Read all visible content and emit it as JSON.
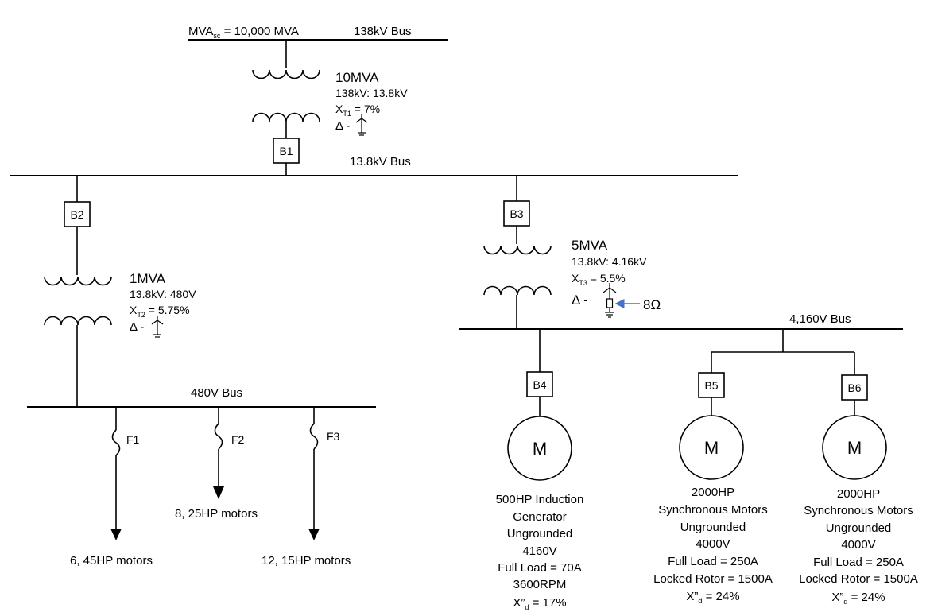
{
  "source": {
    "mva_sc_prefix": "MVA",
    "mva_sc_sub": "sc",
    "mva_sc_value": " = 10,000 MVA"
  },
  "buses": {
    "b138": "138kV Bus",
    "b13_8": "13.8kV Bus",
    "b480": "480V Bus",
    "b4160": "4,160V Bus"
  },
  "transformers": {
    "t1": {
      "rating": "10MVA",
      "voltage": "138kV: 13.8kV",
      "x_prefix": "X",
      "x_sub": "T1",
      "x_value": " = 7%",
      "conn": "Δ -"
    },
    "t2": {
      "rating": "1MVA",
      "voltage": "13.8kV: 480V",
      "x_prefix": "X",
      "x_sub": "T2",
      "x_value": " = 5.75%",
      "conn": "Δ -"
    },
    "t3": {
      "rating": "5MVA",
      "voltage": "13.8kV: 4.16kV",
      "x_prefix": "X",
      "x_sub": "T3",
      "x_value": " = 5.5%",
      "conn": "Δ -",
      "grounding_resistor": "8Ω"
    }
  },
  "breakers": {
    "b1": "B1",
    "b2": "B2",
    "b3": "B3",
    "b4": "B4",
    "b5": "B5",
    "b6": "B6"
  },
  "fuses": {
    "f1": "F1",
    "f2": "F2",
    "f3": "F3"
  },
  "loads": {
    "f1_load": "6,  45HP motors",
    "f2_load": "8,  25HP motors",
    "f3_load": "12,  15HP motors"
  },
  "machines": {
    "symbol": "M",
    "m4": {
      "lines": [
        "500HP Induction",
        "Generator",
        "Ungrounded",
        "4160V",
        "Full Load = 70A",
        "3600RPM"
      ],
      "x_prefix": "X”",
      "x_sub": "d",
      "x_value": " = 17%"
    },
    "m5": {
      "lines": [
        "2000HP",
        "Synchronous Motors",
        "Ungrounded",
        "4000V",
        "Full Load = 250A",
        "Locked Rotor = 1500A"
      ],
      "x_prefix": "X”",
      "x_sub": "d",
      "x_value": " = 24%"
    },
    "m6": {
      "lines": [
        "2000HP",
        "Synchronous Motors",
        "Ungrounded",
        "4000V",
        "Full Load = 250A",
        "Locked Rotor = 1500A"
      ],
      "x_prefix": "X”",
      "x_sub": "d",
      "x_value": " = 24%"
    }
  },
  "colors": {
    "line": "#000000",
    "arrow_blue": "#4472c4"
  }
}
